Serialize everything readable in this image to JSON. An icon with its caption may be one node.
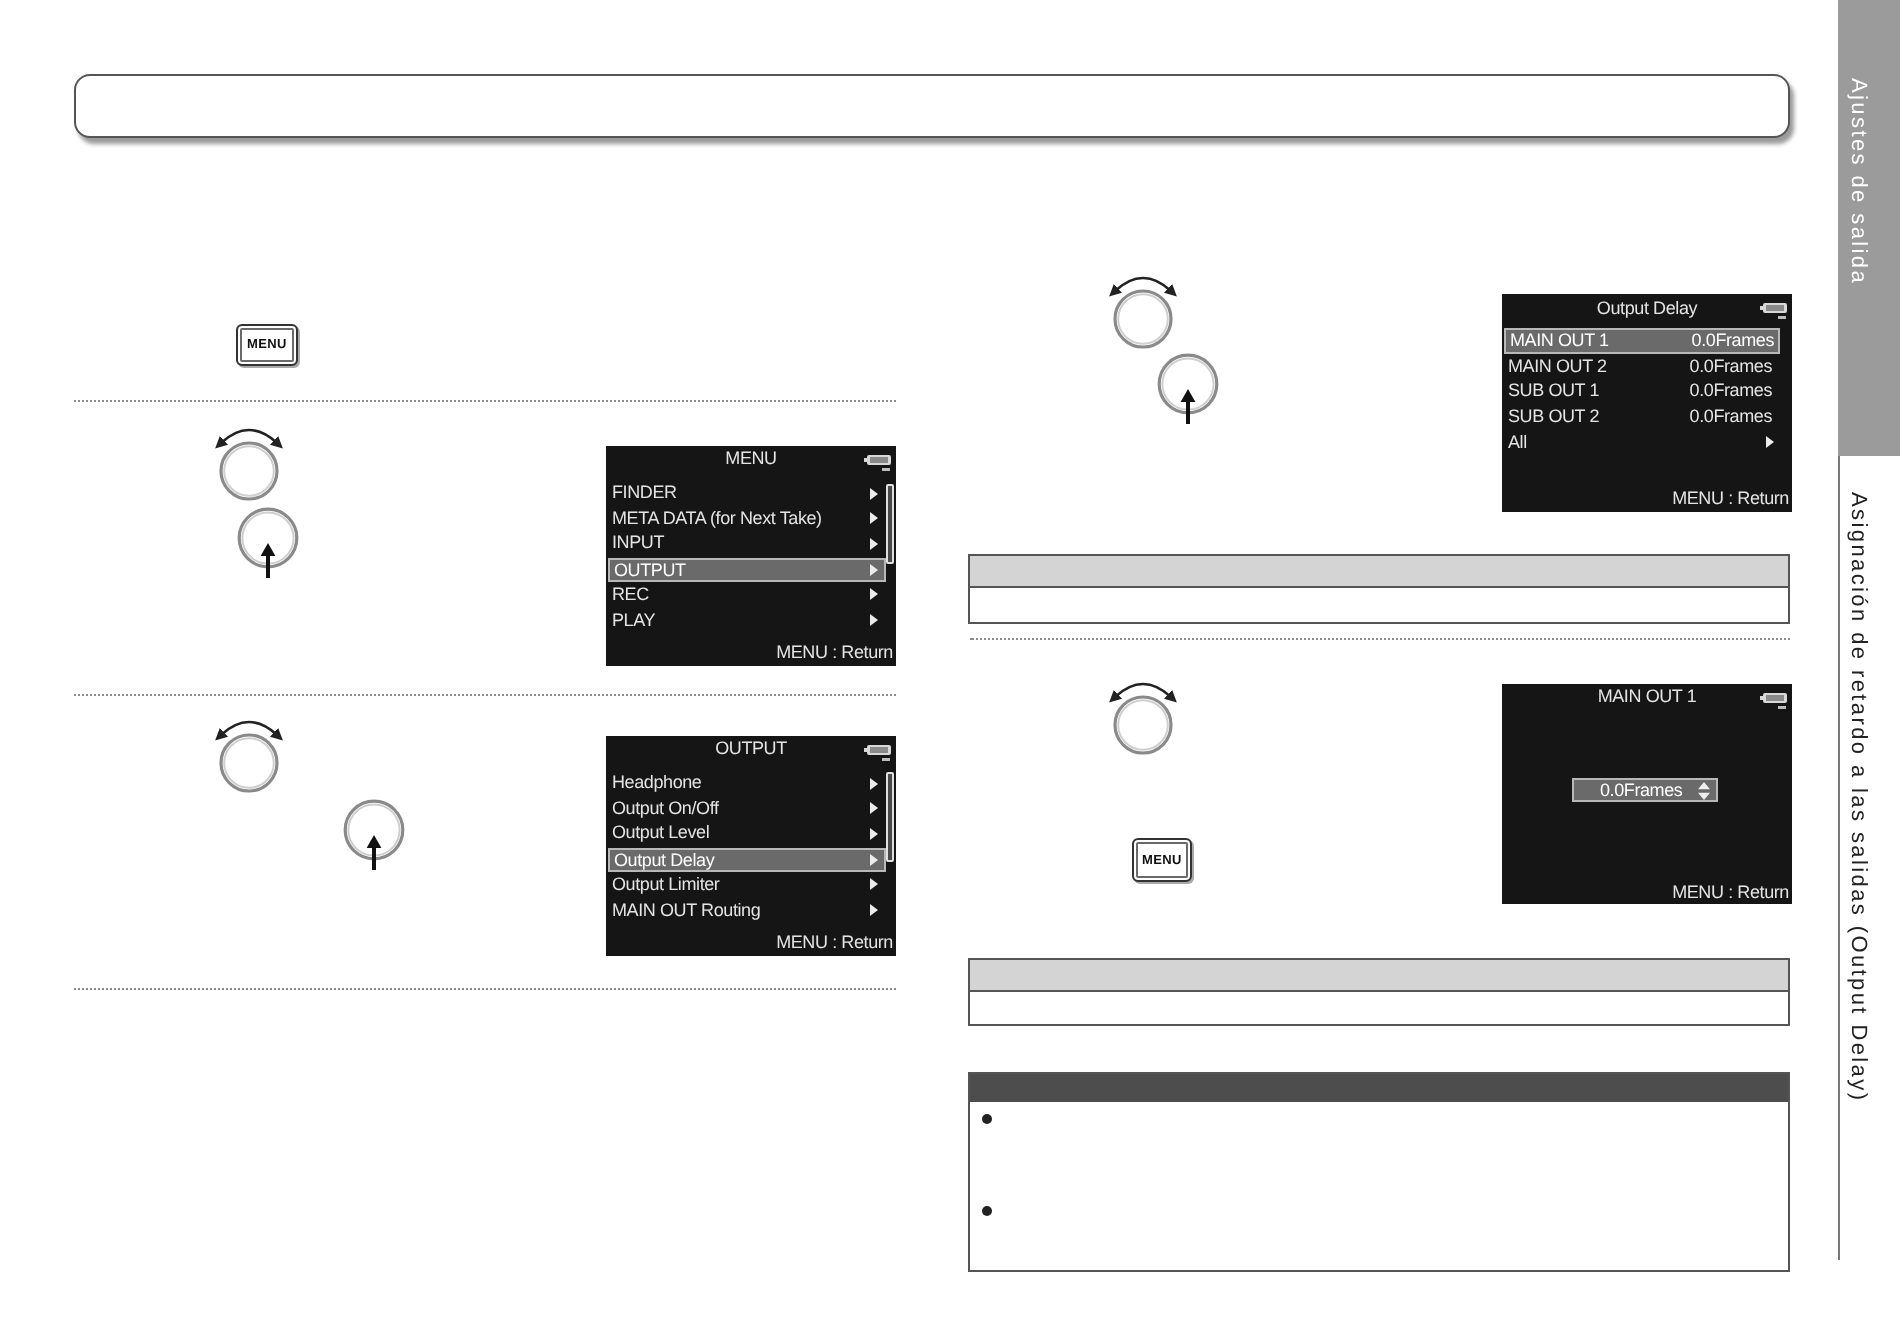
{
  "diagram": {
    "nodes": [
      {
        "text": [],
        "shape": "box"
      },
      {
        "text": [
          "MENU"
        ]
      },
      {
        "text": [
          "MENU",
          "FINDER",
          "META DATA (for Next Take)",
          "INPUT",
          "REC",
          "PLAY",
          "MENU : Return"
        ]
      },
      {
        "text": [
          "OUTPUT"
        ],
        "in": 2
      },
      {
        "text": [
          "OUTPUT",
          "Headphone",
          "Output On/Off",
          "Output Level",
          "Output Limiter",
          "MAIN OUT Routing",
          "MENU : Return"
        ]
      },
      {
        "text": [
          "Output Delay"
        ],
        "in": 4
      },
      {
        "text": [
          "Output Delay",
          "MAIN OUT 2",
          "0.0Frames",
          "SUB OUT 1",
          "0.0Frames",
          "SUB OUT 2",
          "0.0Frames",
          "All",
          "MENU : Return"
        ]
      },
      {
        "text": [
          "MAIN OUT 1",
          "0.0Frames"
        ],
        "in": 6
      },
      {
        "text": [],
        "shape": "box"
      },
      {
        "text": [
          "MAIN OUT 1",
          "MENU : Return"
        ]
      },
      {
        "text": [
          "0.0Frames"
        ],
        "in": 9
      },
      {
        "text": [
          "MENU"
        ]
      },
      {
        "text": [],
        "shape": "box"
      },
      {
        "text": [],
        "shape": "box"
      },
      {
        "text": [
          "Ajustes de salida"
        ]
      }
    ],
    "labels": [
      "Asignación de retardo a las salidas (Output Delay)"
    ]
  }
}
